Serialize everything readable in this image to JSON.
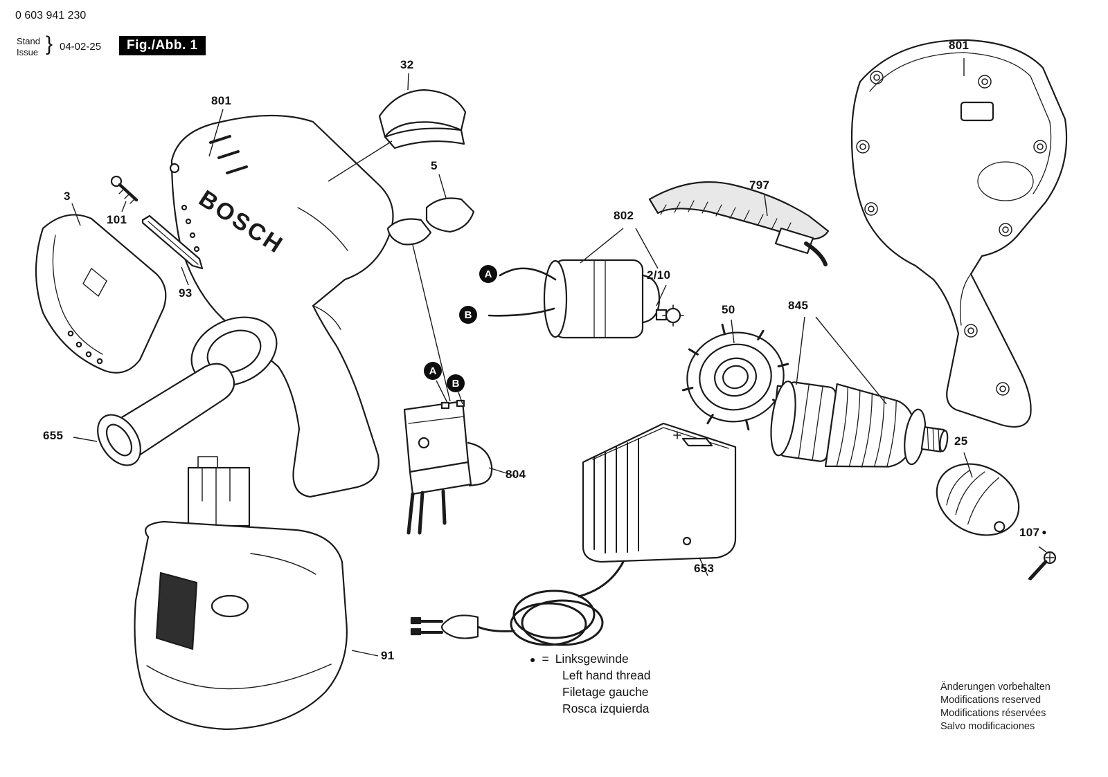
{
  "header": {
    "part_number": "0 603 941 230",
    "stand_label": "Stand",
    "issue_label": "Issue",
    "brace": "}",
    "date": "04-02-25",
    "figure_label": "Fig./Abb. 1"
  },
  "brand": "BOSCH",
  "callouts": {
    "body_left": "801",
    "body_right": "801",
    "cap": "32",
    "lock": "5",
    "side_handle_shell": "3",
    "screw_small": "101",
    "bit": "93",
    "handle_grip": "655",
    "motor": "802",
    "motor_sub": "2/10",
    "strap": "797",
    "clutch_ring": "50",
    "gear_chuck": "845",
    "nose_cone": "25",
    "screw_front": "107",
    "left_thread_dot": "●",
    "switch": "804",
    "charger": "653",
    "battery": "91",
    "terminal_a": "A",
    "terminal_b": "B"
  },
  "legend": {
    "symbol": "●",
    "equals_sign": "=",
    "lines": [
      "Linksgewinde",
      "Left hand thread",
      "Filetage gauche",
      "Rosca izquierda"
    ]
  },
  "footer_notes": [
    "Änderungen vorbehalten",
    "Modifications reserved",
    "Modifications réservées",
    "Salvo modificaciones"
  ]
}
